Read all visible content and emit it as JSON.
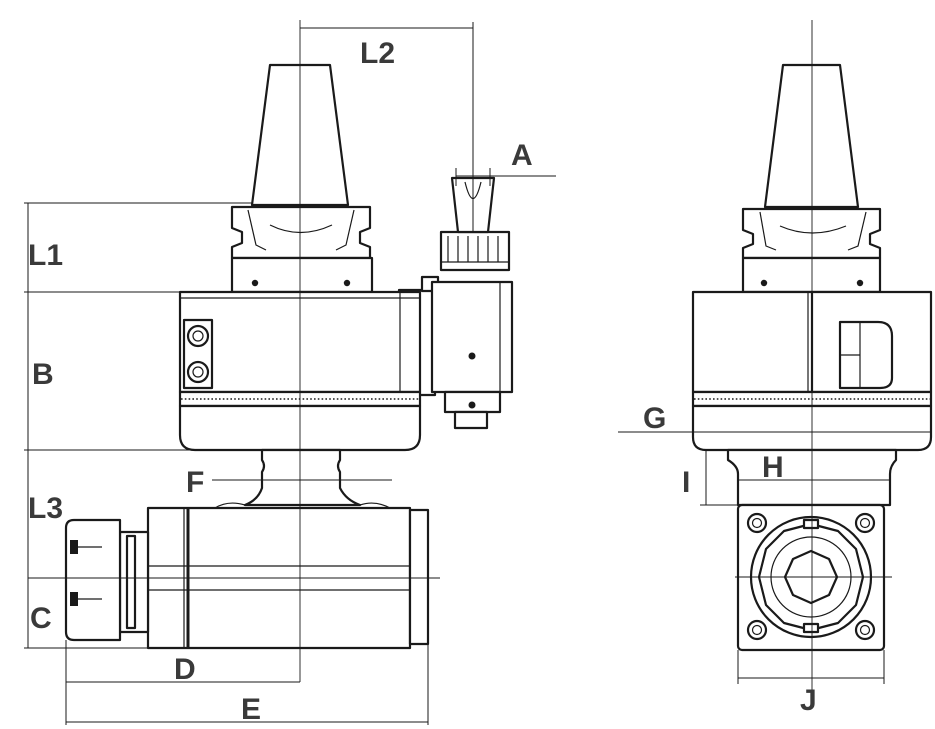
{
  "labels": {
    "L1": "L1",
    "L2": "L2",
    "L3": "L3",
    "A": "A",
    "B": "B",
    "C": "C",
    "D": "D",
    "E": "E",
    "F": "F",
    "G": "G",
    "H": "H",
    "I": "I",
    "J": "J"
  }
}
